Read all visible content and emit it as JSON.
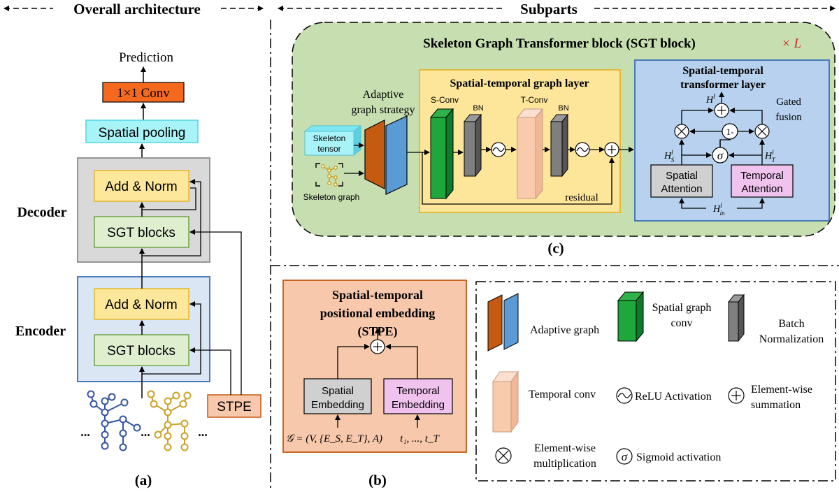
{
  "headers": {
    "left": "Overall architecture",
    "right": "Subparts"
  },
  "panel_a": {
    "prediction": "Prediction",
    "conv": "1×1  Conv",
    "pooling": "Spatial pooling",
    "decoder_label": "Decoder",
    "encoder_label": "Encoder",
    "add_norm": "Add & Norm",
    "sgt_blocks": "SGT blocks",
    "stpe": "STPE",
    "dots": "...",
    "caption": "(a)"
  },
  "panel_c": {
    "title": "Skeleton Graph Transformer block (SGT block)",
    "times_l": "× L",
    "adaptive_line1": "Adaptive",
    "adaptive_line2": "graph strategy",
    "skeleton_tensor_1": "Skeleton",
    "skeleton_tensor_2": "tensor",
    "skeleton_graph": "Skeleton graph",
    "st_graph_layer": "Spatial-temporal graph layer",
    "sconv": "S-Conv",
    "bn": "BN",
    "tconv": "T-Conv",
    "residual": "residual",
    "st_transformer_1": "Spatial-temporal",
    "st_transformer_2": "transformer layer",
    "gated_1": "Gated",
    "gated_2": "fusion",
    "one_minus": "1-",
    "sigma": "σ",
    "h_l": "H",
    "h_s": "H",
    "h_t": "H",
    "h_in": "H",
    "sup_l": "l",
    "sub_s": "S",
    "sub_t": "T",
    "sub_in": "in",
    "spatial_att_1": "Spatial",
    "spatial_att_2": "Attention",
    "temporal_att_1": "Temporal",
    "temporal_att_2": "Attention",
    "caption": "(c)"
  },
  "panel_b": {
    "title_1": "Spatial-temporal",
    "title_2": "positional embedding",
    "title_3": "(STPE)",
    "spatial_emb_1": "Spatial",
    "spatial_emb_2": "Embedding",
    "temporal_emb_1": "Temporal",
    "temporal_emb_2": "Embedding",
    "formula_left": "𝒢 = (V, {E_S, E_T}, A)",
    "formula_right": "t₁, ..., t_T",
    "caption": "(b)"
  },
  "legend": {
    "adaptive_graph": "Adaptive graph",
    "spatial_conv_1": "Spatial graph",
    "spatial_conv_2": "conv",
    "bn_1": "Batch",
    "bn_2": "Normalization",
    "temporal_conv": "Temporal conv",
    "relu": "ReLU Activation",
    "sum_1": "Element-wise",
    "sum_2": "summation",
    "mult_1": "Element-wise",
    "mult_2": "multiplication",
    "sigmoid": "Sigmoid activation"
  },
  "colors": {
    "conv_orange": "#f5691e",
    "pooling_cyan": "#a8f3f7",
    "decoder_gray": "#d9d9d9",
    "encoder_blue": "#dae6f3",
    "addnorm_yellow": "#fde79a",
    "sgt_green": "#dfeecf",
    "stpe_salmon": "#f7c8ac",
    "sgt_outer_green": "#c7dfb0",
    "graph_layer_yellow": "#fde59a",
    "transformer_blue": "#b7d1ee",
    "graph_blue": "#3454a4",
    "graph_gold": "#c9a227"
  }
}
